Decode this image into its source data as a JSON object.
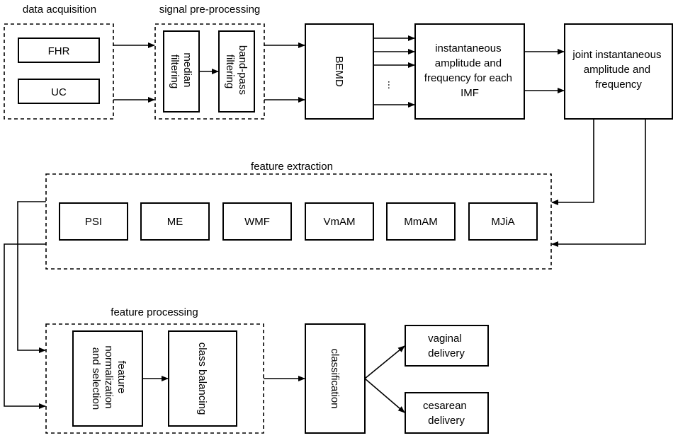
{
  "groups": {
    "data_acquisition": "data acquisition",
    "signal_preprocessing": "signal pre-processing",
    "feature_extraction": "feature extraction",
    "feature_processing": "feature processing"
  },
  "inputs": {
    "fhr": "FHR",
    "uc": "UC"
  },
  "preprocessing": {
    "median": [
      "median",
      "filtering"
    ],
    "bandpass": [
      "band-pass",
      "filtering"
    ]
  },
  "bemd": "BEMD",
  "ellipsis": "...",
  "inst_amp_freq": [
    "instantaneous",
    "amplitude and",
    "frequency for each",
    "IMF"
  ],
  "joint": [
    "joint instantaneous",
    "amplitude and",
    "frequency"
  ],
  "features": [
    "PSI",
    "ME",
    "WMF",
    "VmAM",
    "MmAM",
    "MJiA"
  ],
  "processing": {
    "normalization": [
      "feature",
      "normalization",
      "and selection"
    ],
    "balancing": "class balancing"
  },
  "classification": "classification",
  "outcomes": {
    "vaginal": [
      "vaginal",
      "delivery"
    ],
    "cesarean": [
      "cesarean",
      "delivery"
    ]
  }
}
